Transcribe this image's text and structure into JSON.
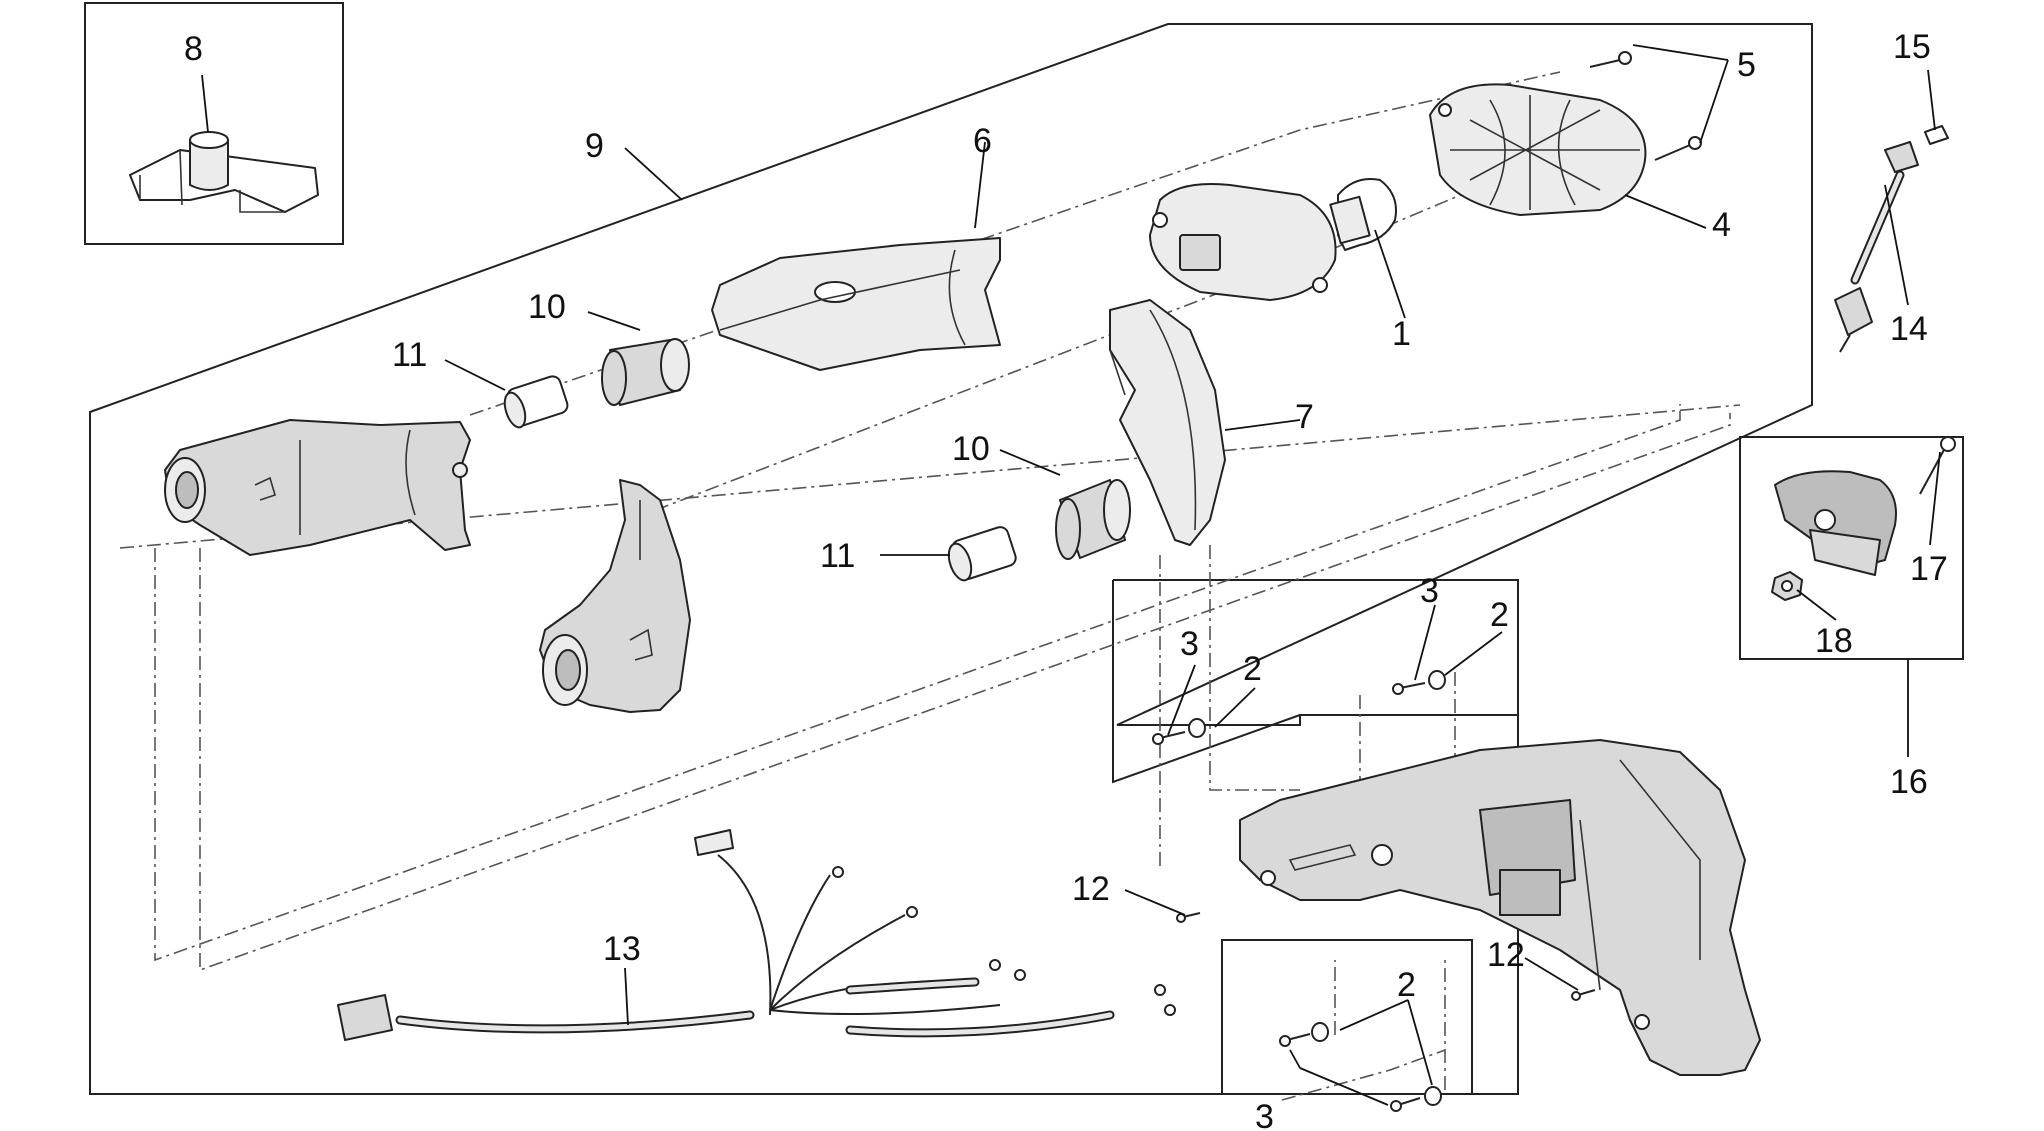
{
  "diagram": {
    "callouts": {
      "c1": "1",
      "c2a": "2",
      "c2b": "2",
      "c2c": "2",
      "c3a": "3",
      "c3b": "3",
      "c3c": "3",
      "c4": "4",
      "c5": "5",
      "c6": "6",
      "c7": "7",
      "c8": "8",
      "c9": "9",
      "c10a": "10",
      "c10b": "10",
      "c11a": "11",
      "c11b": "11",
      "c12a": "12",
      "c12b": "12",
      "c13": "13",
      "c14": "14",
      "c15": "15",
      "c16": "16",
      "c17": "17",
      "c18": "18"
    }
  }
}
